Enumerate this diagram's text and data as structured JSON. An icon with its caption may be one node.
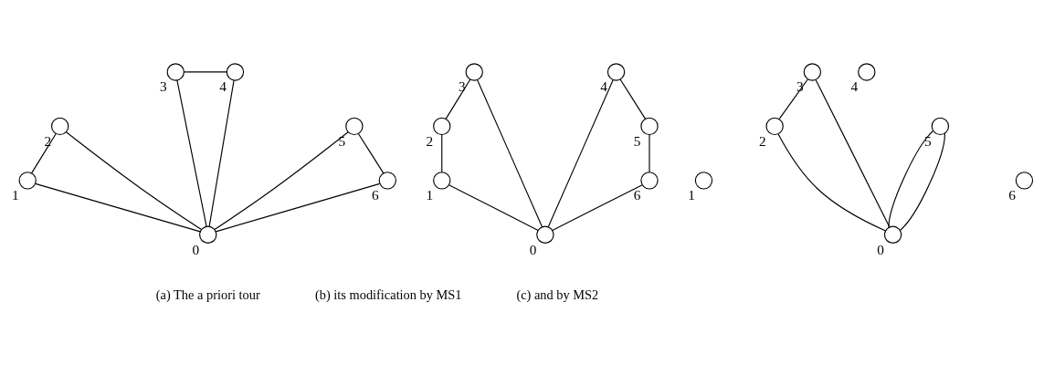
{
  "diagram": {
    "nodes": [
      {
        "text": [],
        "shape": "circle",
        "beside": [
          "3"
        ]
      },
      {
        "text": [],
        "shape": "circle",
        "beside": [
          "4"
        ]
      },
      {
        "text": [],
        "shape": "circle",
        "beside": [
          "2"
        ]
      },
      {
        "text": [],
        "shape": "circle",
        "beside": [
          "5"
        ]
      },
      {
        "text": [],
        "shape": "circle",
        "beside": [
          "1"
        ]
      },
      {
        "text": [],
        "shape": "circle",
        "beside": [
          "6"
        ]
      },
      {
        "text": [],
        "shape": "circle",
        "beside": [
          "0"
        ]
      },
      {
        "text": [],
        "shape": "circle",
        "beside": [
          "3"
        ]
      },
      {
        "text": [],
        "shape": "circle",
        "beside": [
          "4"
        ]
      },
      {
        "text": [],
        "shape": "circle",
        "beside": [
          "2"
        ]
      },
      {
        "text": [],
        "shape": "circle",
        "beside": [
          "5"
        ]
      },
      {
        "text": [],
        "shape": "circle",
        "beside": [
          "1"
        ]
      },
      {
        "text": [],
        "shape": "circle",
        "beside": [
          "6"
        ]
      },
      {
        "text": [],
        "shape": "circle",
        "beside": [
          "0"
        ]
      },
      {
        "text": [],
        "shape": "circle",
        "beside": [
          "3"
        ]
      },
      {
        "text": [],
        "shape": "circle",
        "beside": [
          "4"
        ]
      },
      {
        "text": [],
        "shape": "circle",
        "beside": [
          "2"
        ]
      },
      {
        "text": [],
        "shape": "circle",
        "beside": [
          "5"
        ]
      },
      {
        "text": [],
        "shape": "circle",
        "beside": [
          "1"
        ]
      },
      {
        "text": [],
        "shape": "circle",
        "beside": [
          "6"
        ]
      },
      {
        "text": [],
        "shape": "circle",
        "beside": [
          "0"
        ]
      }
    ],
    "edges": [
      {
        "from": 6,
        "to": 4,
        "arrow": "none"
      },
      {
        "from": 4,
        "to": 2,
        "arrow": "none"
      },
      {
        "from": 6,
        "to": 2,
        "arrow": "none"
      },
      {
        "from": 6,
        "to": 0,
        "arrow": "none"
      },
      {
        "from": 0,
        "to": 1,
        "arrow": "none"
      },
      {
        "from": 6,
        "to": 1,
        "arrow": "none"
      },
      {
        "from": 6,
        "to": 3,
        "arrow": "none"
      },
      {
        "from": 5,
        "to": 3,
        "arrow": "none"
      },
      {
        "from": 6,
        "to": 5,
        "arrow": "none"
      },
      {
        "from": 13,
        "to": 11,
        "arrow": "none"
      },
      {
        "from": 11,
        "to": 9,
        "arrow": "none"
      },
      {
        "from": 9,
        "to": 7,
        "arrow": "none"
      },
      {
        "from": 13,
        "to": 7,
        "arrow": "none"
      },
      {
        "from": 13,
        "to": 8,
        "arrow": "none"
      },
      {
        "from": 10,
        "to": 8,
        "arrow": "none"
      },
      {
        "from": 12,
        "to": 10,
        "arrow": "none"
      },
      {
        "from": 13,
        "to": 12,
        "arrow": "none"
      },
      {
        "from": 20,
        "to": 16,
        "arrow": "none"
      },
      {
        "from": 16,
        "to": 14,
        "arrow": "none"
      },
      {
        "from": 20,
        "to": 14,
        "arrow": "none"
      },
      {
        "from": 20,
        "to": 17,
        "arrow": "none"
      },
      {
        "from": 20,
        "to": 17,
        "arrow": "none"
      }
    ],
    "labels": [
      "(a) The a priori tour",
      "(b) its modification by MS1",
      "(c) and by MS2"
    ]
  }
}
